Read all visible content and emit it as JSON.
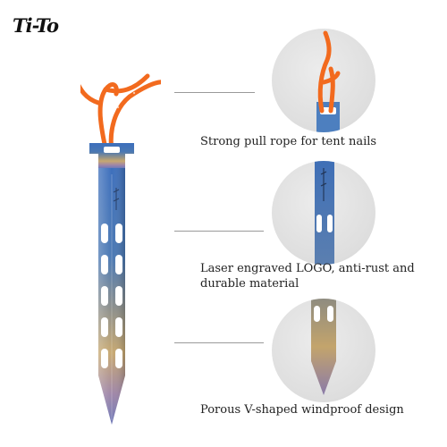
{
  "brand": {
    "logo_text": "Ti-To"
  },
  "features": [
    {
      "caption": "Strong pull rope for tent nails"
    },
    {
      "caption": "Laser engraved LOGO, anti-rust and durable material"
    },
    {
      "caption": "Porous V-shaped windproof design"
    }
  ],
  "colors": {
    "rope": "#f26a1e",
    "titanium_blue": "#3f6fb6",
    "titanium_gold": "#c9a86a",
    "titanium_purple": "#8d7fb0",
    "circle_bg": "#e0e0e0"
  }
}
